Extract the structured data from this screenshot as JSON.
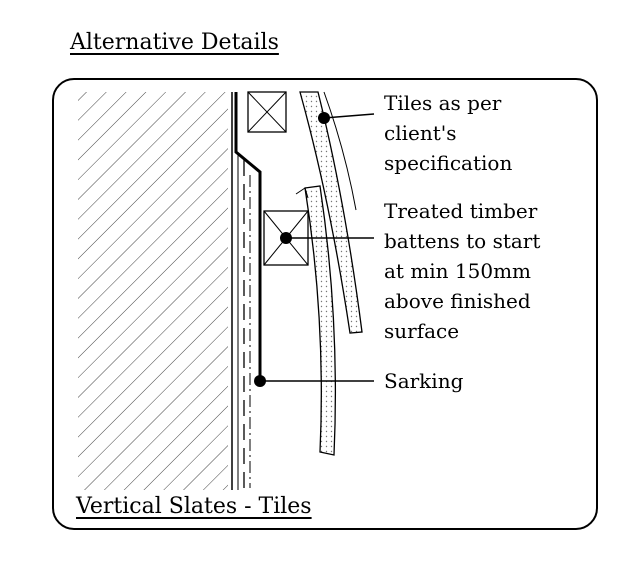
{
  "heading": "Alternative Details",
  "subtitle": "Vertical Slates - Tiles",
  "labels": {
    "tiles_line1": "Tiles as per",
    "tiles_line2": "client's",
    "tiles_line3": "specification",
    "battens_line1": "Treated timber",
    "battens_line2": "battens to start",
    "battens_line3": "at min 150mm",
    "battens_line4": "above finished",
    "battens_line5": "surface",
    "sarking": "Sarking"
  }
}
